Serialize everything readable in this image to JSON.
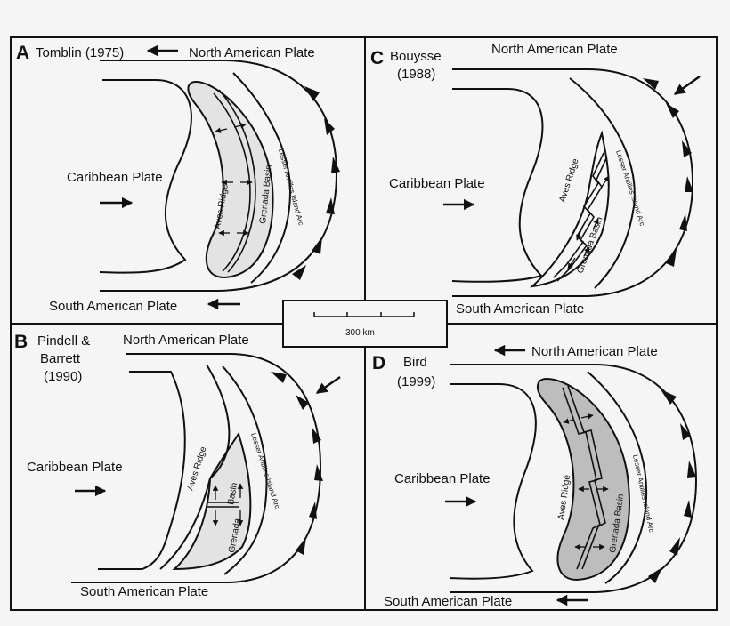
{
  "panels": {
    "a": {
      "letter": "A",
      "author": "Tomblin (1975)",
      "north": "North American Plate",
      "caribbean": "Caribbean Plate",
      "south": "South American Plate",
      "ridge": "Aves Ridge",
      "basin": "Grenada Basin",
      "arc": "Lesser Antilles Island Arc"
    },
    "b": {
      "letter": "B",
      "author_line1": "Pindell &",
      "author_line2": "Barrett",
      "author_line3": "(1990)",
      "north": "North American Plate",
      "caribbean": "Caribbean Plate",
      "south": "South American Plate",
      "ridge": "Aves Ridge",
      "basin_line1": "Basin",
      "basin_line2": "Grenada",
      "arc": "Lesser Antilles Island Arc"
    },
    "c": {
      "letter": "C",
      "author_line1": "Bouysse",
      "author_line2": "(1988)",
      "north": "North American Plate",
      "caribbean": "Caribbean Plate",
      "south": "South American Plate",
      "ridge": "Aves Ridge",
      "basin": "Grenada Basin",
      "arc": "Lesser Antilles Island Arc"
    },
    "d": {
      "letter": "D",
      "author_line1": "Bird",
      "author_line2": "(1999)",
      "north": "North American Plate",
      "caribbean": "Caribbean Plate",
      "south": "South American Plate",
      "ridge": "Aves Ridge",
      "basin": "Grenada Basin",
      "arc": "Lesser Antilles Island Arc"
    }
  },
  "scale": {
    "label": "300 km"
  },
  "colors": {
    "line": "#1a1a1a",
    "basin_light": "#e3e3e3",
    "basin_dark": "#bdbdbd",
    "background": "#f5f5f5"
  }
}
